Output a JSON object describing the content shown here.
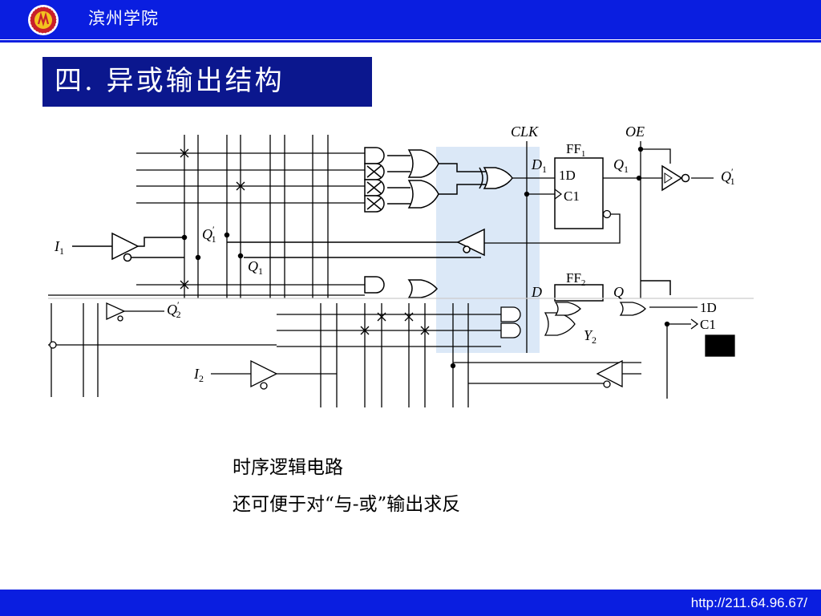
{
  "header": {
    "school_name": "滨州学院",
    "logo_icon": "school-emblem-icon"
  },
  "title": "四. 异或输出结构",
  "diagram": {
    "clk": "CLK",
    "oe": "OE",
    "ff1": {
      "name": "FF",
      "sub": "1",
      "d": "1D",
      "c": "C1"
    },
    "ff2": {
      "name": "FF",
      "sub": "2",
      "d": "1D",
      "c": "C1"
    },
    "d1": {
      "base": "D",
      "sub": "1"
    },
    "q1": {
      "base": "Q",
      "sub": "1"
    },
    "q1_out": {
      "base": "Q",
      "sub": "1",
      "prime": "′"
    },
    "q1_fb": {
      "base": "Q",
      "sub": "1",
      "prime": "′"
    },
    "q1_fb2": {
      "base": "Q",
      "sub": "1"
    },
    "i1": {
      "base": "I",
      "sub": "1"
    },
    "i2": {
      "base": "I",
      "sub": "2"
    },
    "d2": {
      "base": "D"
    },
    "q2": {
      "base": "Q"
    },
    "q2_out": {
      "base": "Q",
      "sub": "2",
      "prime": "′"
    },
    "y2": {
      "base": "Y",
      "sub": "2"
    },
    "colors": {
      "highlight": "#dbe8f7",
      "line": "#000000"
    }
  },
  "notes": {
    "line1": "时序逻辑电路",
    "line2": "还可便于对“与-或”输出求反"
  },
  "footer": {
    "url": "http://211.64.96.67/"
  },
  "colors": {
    "header_blue": "#0a1ee0",
    "title_box": "#0b178e",
    "text_white": "#ffffff"
  }
}
